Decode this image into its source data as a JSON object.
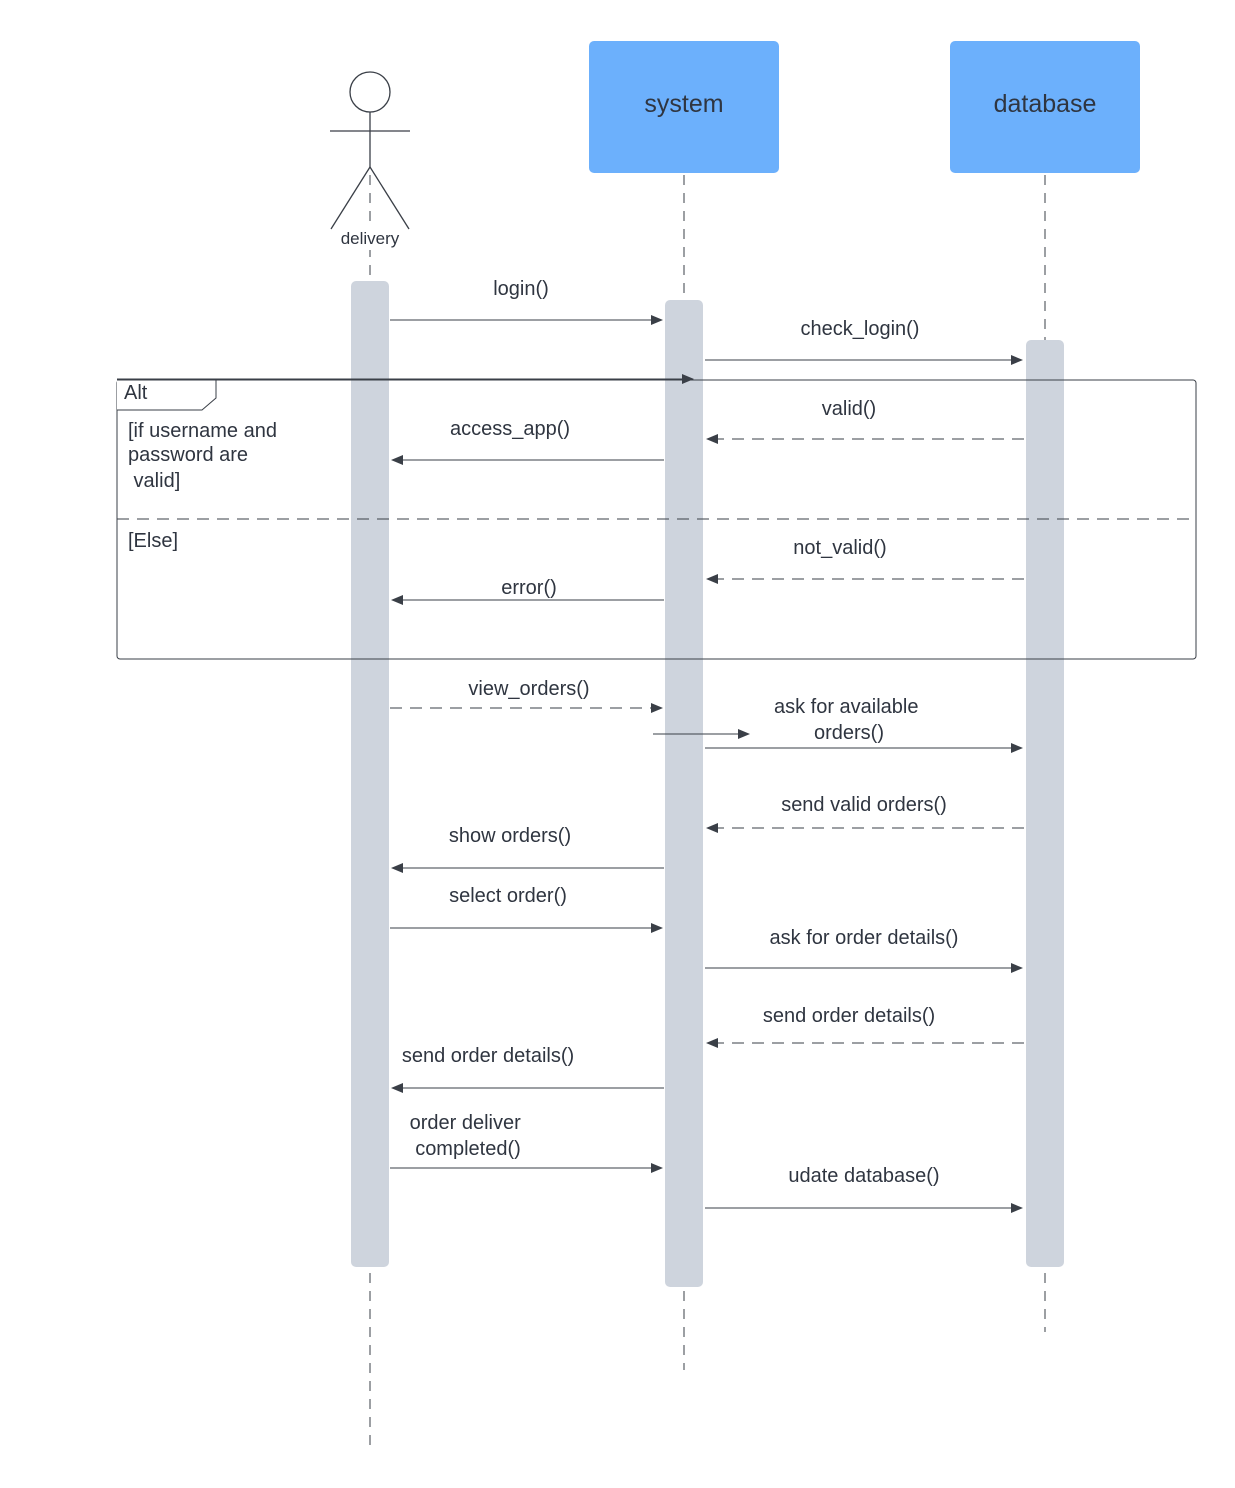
{
  "participants": {
    "actor": "delivery",
    "system": "system",
    "database": "database"
  },
  "messages": [
    {
      "id": "login",
      "label": "login()",
      "from": "delivery",
      "to": "system",
      "style": "solid"
    },
    {
      "id": "check-login",
      "label": "check_login()",
      "from": "system",
      "to": "database",
      "style": "solid"
    },
    {
      "id": "valid",
      "label": "valid()",
      "from": "database",
      "to": "system",
      "style": "dashed"
    },
    {
      "id": "access-app",
      "label": "access_app()",
      "from": "system",
      "to": "delivery",
      "style": "solid"
    },
    {
      "id": "not-valid",
      "label": "not_valid()",
      "from": "database",
      "to": "system",
      "style": "dashed"
    },
    {
      "id": "error",
      "label": "error()",
      "from": "system",
      "to": "delivery",
      "style": "solid"
    },
    {
      "id": "view-orders",
      "label": "view_orders()",
      "from": "delivery",
      "to": "system",
      "style": "dashed"
    },
    {
      "id": "ask-available-orders",
      "label": [
        "ask for available",
        "orders()"
      ],
      "from": "system",
      "to": "database",
      "style": "solid"
    },
    {
      "id": "send-valid-orders",
      "label": "send valid orders()",
      "from": "database",
      "to": "system",
      "style": "dashed"
    },
    {
      "id": "show-orders",
      "label": "show orders()",
      "from": "system",
      "to": "delivery",
      "style": "solid"
    },
    {
      "id": "select-order",
      "label": "select order()",
      "from": "delivery",
      "to": "system",
      "style": "solid"
    },
    {
      "id": "ask-order-details",
      "label": "ask for order details()",
      "from": "system",
      "to": "database",
      "style": "solid"
    },
    {
      "id": "send-order-details-db",
      "label": "send order details()",
      "from": "database",
      "to": "system",
      "style": "dashed"
    },
    {
      "id": "send-order-details",
      "label": "send order details()",
      "from": "system",
      "to": "delivery",
      "style": "solid"
    },
    {
      "id": "order-delivered",
      "label": [
        "order deliver",
        "completed()"
      ],
      "from": "delivery",
      "to": "system",
      "style": "solid"
    },
    {
      "id": "update-database",
      "label": "udate database()",
      "from": "system",
      "to": "database",
      "style": "solid"
    }
  ],
  "alt_fragment": {
    "operator": "Alt",
    "guard_1": [
      "[if username and",
      "password are",
      " valid]"
    ],
    "guard_2": "[Else]"
  },
  "colors": {
    "participant_box": "#6cb0fc",
    "activation_bar": "#ced4dd",
    "line": "#3a3f47",
    "text": "#2f3540"
  }
}
